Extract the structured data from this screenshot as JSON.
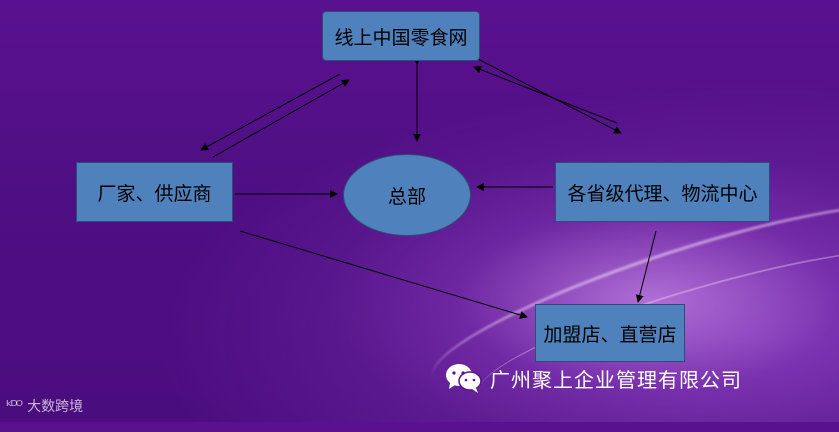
{
  "nodes": {
    "online_platform": "线上中国零食网",
    "manufacturers": "厂家、供应商",
    "headquarters": "总部",
    "provincial_agents": "各省级代理、物流中心",
    "franchise_stores": "加盟店、直营店"
  },
  "footer": {
    "company": "广州聚上企业管理有限公司",
    "watermark": "大数跨境",
    "watermark_logo": "ᵏᴰᴼ"
  },
  "icons": {
    "wechat": "wechat-icon"
  }
}
